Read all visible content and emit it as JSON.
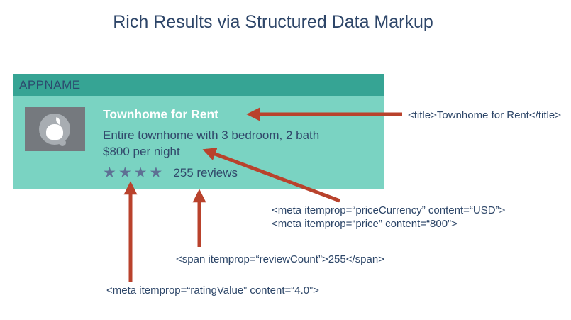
{
  "page": {
    "title": "Rich Results via Structured Data Markup"
  },
  "card": {
    "app_name": "APPNAME",
    "listing": {
      "title": "Townhome for Rent",
      "description_line1": "Entire townhome with 3 bedroom, 2 bath",
      "description_line2": "$800 per night",
      "star_count": 4,
      "stars_display": "★★★★",
      "review_text": "255 reviews"
    }
  },
  "annotations": {
    "title_markup": "<title>Townhome for Rent</title>",
    "price_currency_markup": "<meta itemprop=“priceCurrency” content=“USD”>",
    "price_markup": "<meta itemprop=“price” content=“800”>",
    "review_count_markup": "<span itemprop=“reviewCount”>255</span>",
    "rating_value_markup": "<meta itemprop=“ratingValue” content=“4.0”>"
  },
  "icons": {
    "app_logo": "apple-logo",
    "star_glyph": "★"
  },
  "colors": {
    "header_teal": "#36a494",
    "body_teal": "#7ad3c2",
    "arrow_red": "#b9422c",
    "title_navy": "#2d4568",
    "card_text_navy": "#31496b",
    "star_blue": "#5e7094",
    "icon_gray": "#75797e",
    "icon_circle_gray": "#a8adb2",
    "listing_title_white": "#ffffff"
  }
}
